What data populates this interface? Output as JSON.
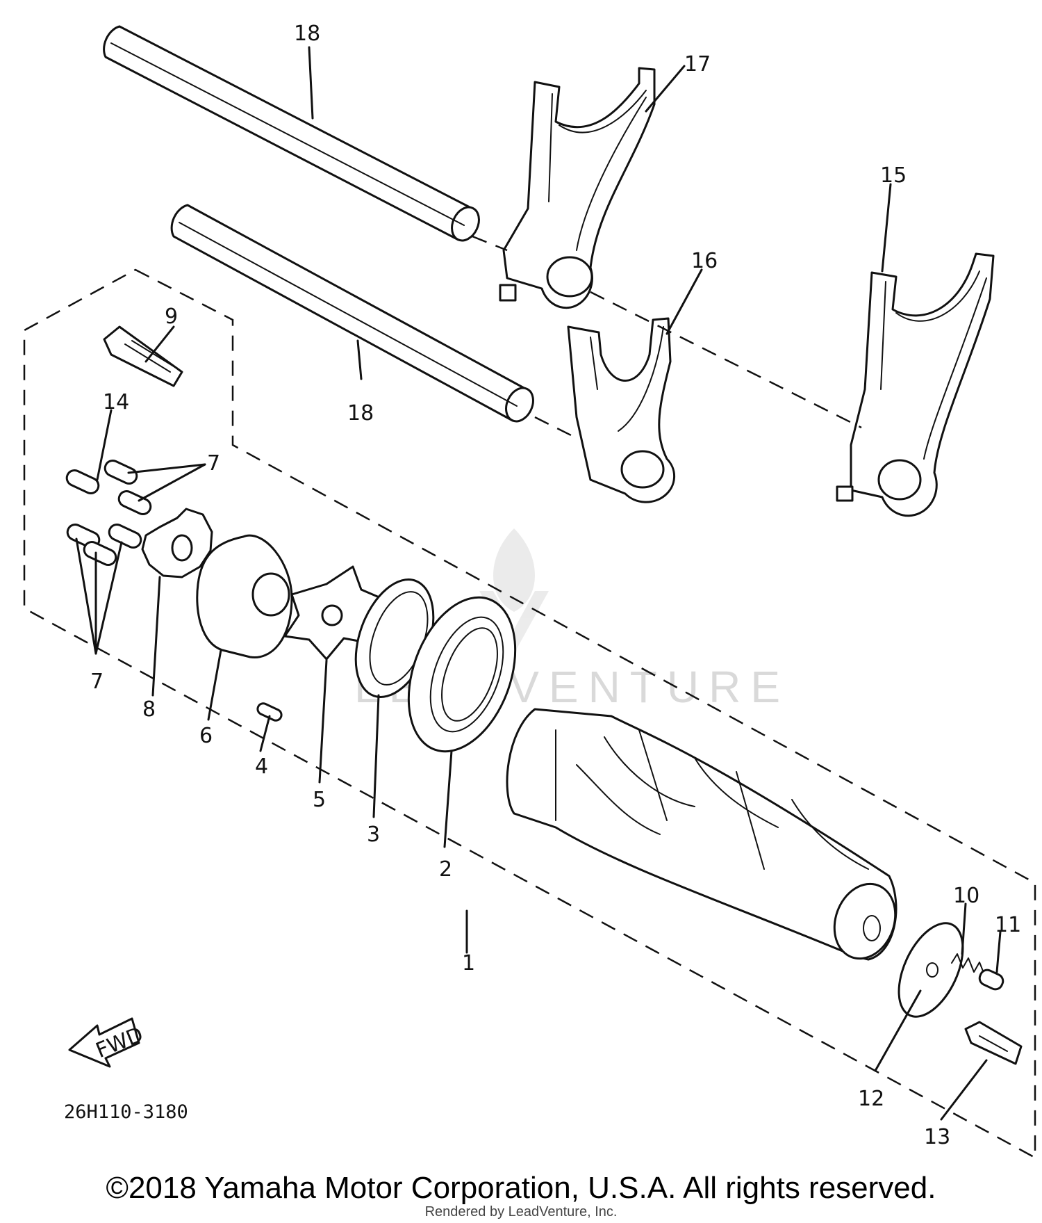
{
  "diagram": {
    "part_numbers": {
      "p1": "1",
      "p2": "2",
      "p3": "3",
      "p4": "4",
      "p5": "5",
      "p6": "6",
      "p7a": "7",
      "p7b": "7",
      "p8": "8",
      "p9": "9",
      "p10": "10",
      "p11": "11",
      "p12": "12",
      "p13": "13",
      "p14": "14",
      "p15": "15",
      "p16": "16",
      "p17": "17",
      "p18a": "18",
      "p18b": "18"
    },
    "drawing_code": "26H110-3180",
    "fwd_label": "FWD",
    "watermark": "LEADVENTURE"
  },
  "footer": {
    "copyright": "©2018 Yamaha Motor Corporation, U.S.A. All rights reserved.",
    "rendered_by": "Rendered by LeadVenture, Inc."
  }
}
